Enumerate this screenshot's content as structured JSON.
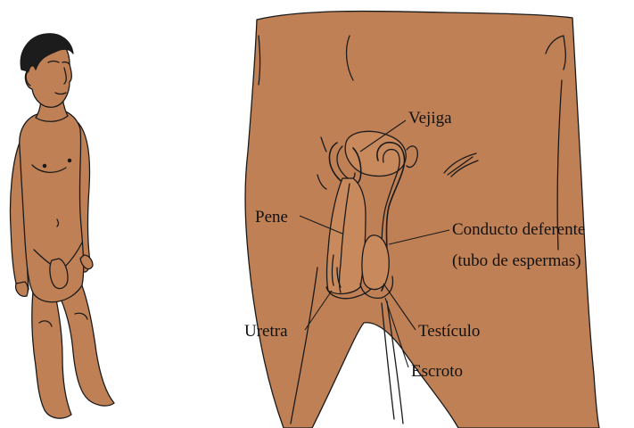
{
  "colors": {
    "skin": "#c08055",
    "outline": "#1a1a1a",
    "hair": "#1c1c1c",
    "background": "#ffffff"
  },
  "labels": {
    "vejiga": "Vejiga",
    "pene": "Pene",
    "conducto_line1": "Conducto deferente",
    "conducto_line2": "(tubo de espermas)",
    "uretra": "Uretra",
    "testiculo": "Testículo",
    "escroto": "Escroto"
  }
}
